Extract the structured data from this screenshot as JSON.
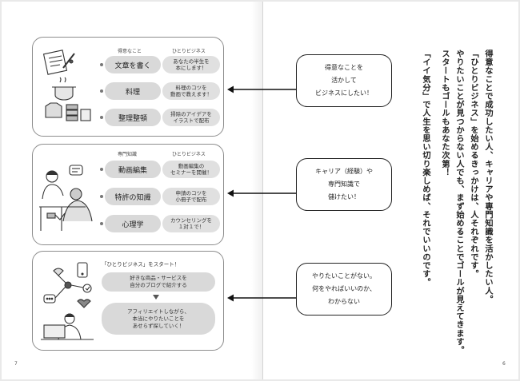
{
  "panels": [
    {
      "head_left": "得意なこと",
      "head_right": "ひとりビジネス",
      "rows": [
        {
          "left": "文章を書く",
          "right": "あなたの半生を\n本にします！"
        },
        {
          "left": "料理",
          "right": "料理のコツを\n動画で教えます！"
        },
        {
          "left": "整理整頓",
          "right": "掃除のアイデアを\nイラストで配布"
        }
      ]
    },
    {
      "head_left": "専門知識",
      "head_right": "ひとりビジネス",
      "rows": [
        {
          "left": "動画編集",
          "right": "動画編集の\nセミナーを開催！"
        },
        {
          "left": "特許の知識",
          "right": "申請のコツを\n小冊子で配布"
        },
        {
          "left": "心理学",
          "right": "カウンセリングを\n１対１で！"
        }
      ]
    },
    {
      "title": "「ひとりビジネス」をスタート！",
      "step1": "好きな商品・サービスを\n自分のブログで紹介する",
      "step2": "アフィリエイトしながら、\n本当にやりたいことを\nあせらず探していく！"
    }
  ],
  "callouts": [
    "得意なことを\n活かして\nビジネスにしたい！",
    "キャリア（経験）や\n専門知識で\n儲けたい！",
    "やりたいことがない。\n何をやればいいのか、\nわからない"
  ],
  "body_lines": [
    "得意なことで成功したい人、キャリアや専門知識を活かしたい人。",
    "「ひとりビジネス」を始めるきっかけは、人それぞれです。",
    "やりたいことが見つからない人でも、まず始めることでゴールが見えてきます。",
    "スタートもゴールもあなた次第！",
    "「イイ気分」で人生を思い切り楽しめば、それでいいのです。"
  ],
  "page_left": "7",
  "page_right": "6",
  "colors": {
    "pill": "#d9d9d9",
    "border": "#8d8d8d",
    "text": "#222222"
  }
}
